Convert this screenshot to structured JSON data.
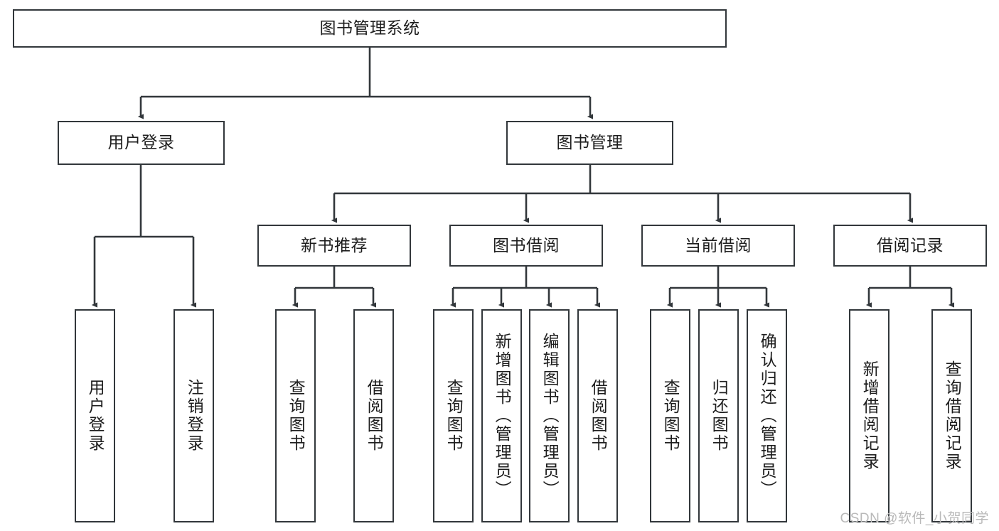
{
  "diagram": {
    "title": "图书管理系统",
    "type": "tree",
    "colors": {
      "stroke": "#32373b",
      "fill": "#ffffff",
      "text": "#1d1d1d",
      "watermark": "#b9b9b9"
    },
    "root": {
      "label": "图书管理系统"
    },
    "level2": [
      {
        "label": "用户登录"
      },
      {
        "label": "图书管理"
      }
    ],
    "level3": [
      {
        "label": "新书推荐"
      },
      {
        "label": "图书借阅"
      },
      {
        "label": "当前借阅"
      },
      {
        "label": "借阅记录"
      }
    ],
    "leaves": {
      "user_login": [
        {
          "label": "用户登录"
        },
        {
          "label": "注销登录"
        }
      ],
      "new_book_recommend": [
        {
          "label": "查询图书"
        },
        {
          "label": "借阅图书"
        }
      ],
      "book_borrow": [
        {
          "label": "查询图书"
        },
        {
          "label": "新增图书（管理员）"
        },
        {
          "label": "编辑图书（管理员）"
        },
        {
          "label": "借阅图书"
        }
      ],
      "current_borrow": [
        {
          "label": "查询图书"
        },
        {
          "label": "归还图书"
        },
        {
          "label": "确认归还（管理员）"
        }
      ],
      "borrow_record": [
        {
          "label": "新增借阅记录"
        },
        {
          "label": "查询借阅记录"
        }
      ]
    }
  },
  "watermark": {
    "text": "CSDN @软件_小贺同学"
  }
}
